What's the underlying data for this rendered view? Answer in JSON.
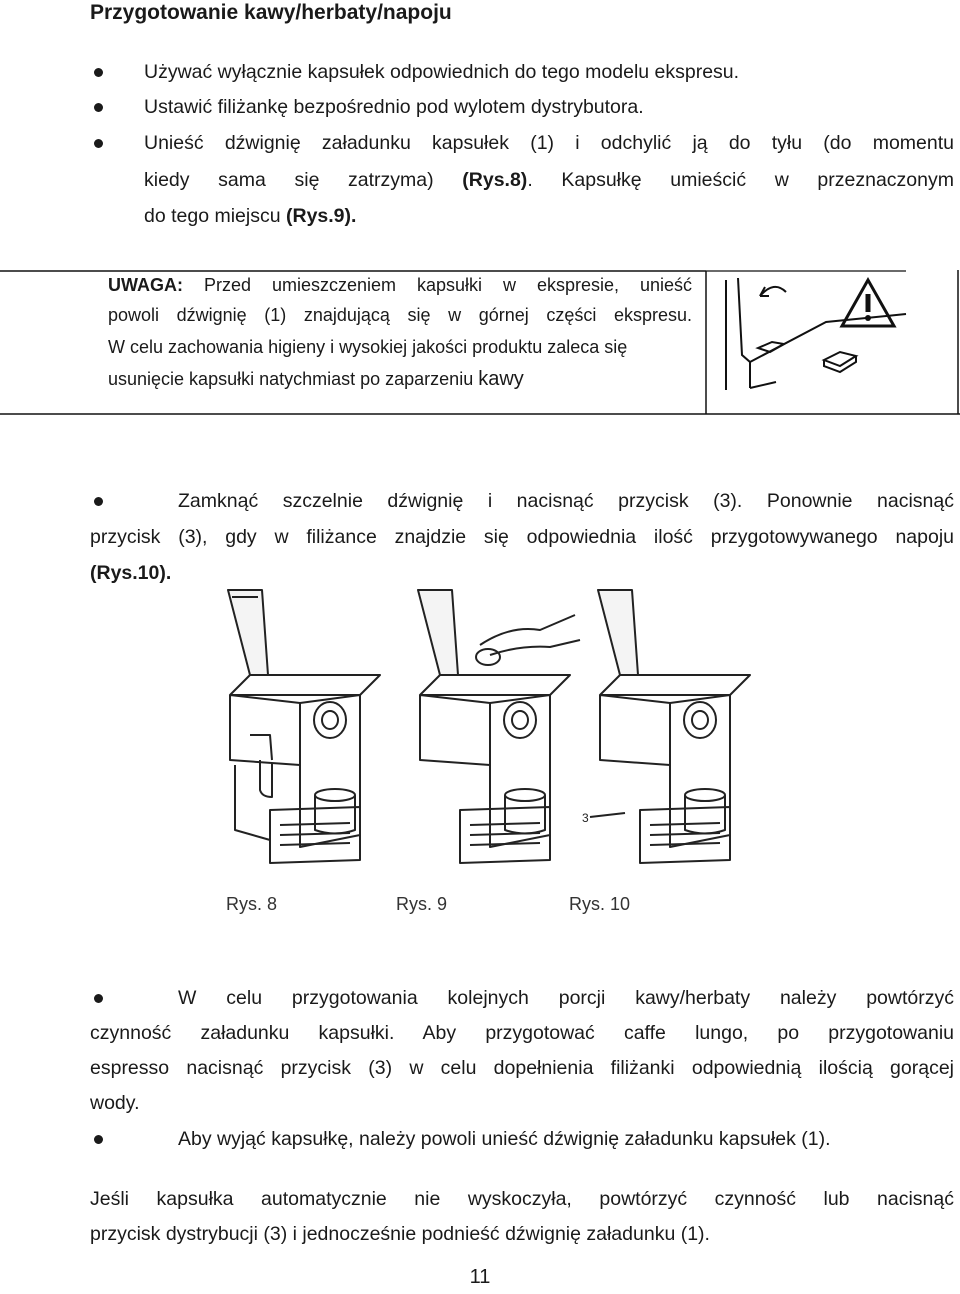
{
  "title": "Przygotowanie kawy/herbaty/napoju",
  "bullets_top": {
    "b1": "Używać wyłącznie kapsułek odpowiednich do tego modelu ekspresu.",
    "b2": "Ustawić filiżankę bezpośrednio pod wylotem dystrybutora.",
    "b3_l1": "Unieść dźwignię załadunku kapsułek (1) i odchylić ją do tyłu (do momentu",
    "b3_l2_a": "kiedy sama się zatrzyma)",
    "b3_l2_ref": "(Rys.8)",
    "b3_l2_b": ". Kapsułkę umieścić w przeznaczonym",
    "b3_l3_a": "do tego miejscu",
    "b3_l3_ref": "(Rys.9)."
  },
  "warning": {
    "label": "UWAGA:",
    "l1": "Przed umieszczeniem kapsułki w ekspresie, unieść",
    "l2": "powoli dźwignię (1) znajdującą się w górnej części ekspresu.",
    "l3": "W celu zachowania higieny i wysokiej jakości produktu zaleca się",
    "l4_a": "usunięcie kapsułki natychmiast po zaparzeniu",
    "l4_b": "kawy"
  },
  "mid": {
    "l1_a": "Zamknąć szczelnie dźwignię i nacisnąć przycisk (3). Ponownie nacisnąć",
    "l2": "przycisk (3), gdy w filiżance znajdzie się odpowiednia ilość przygotowywanego napoju",
    "l3_ref": "(Rys.10)."
  },
  "figures": {
    "f8": "Rys. 8",
    "f9": "Rys. 9",
    "f10": "Rys. 10",
    "callout": "3"
  },
  "bottom": {
    "p1_l1": "W celu przygotowania kolejnych porcji kawy/herbaty należy powtórzyć",
    "p1_l2": "czynność załadunku kapsułki. Aby przygotować caffe lungo, po przygotowaniu",
    "p1_l3": "espresso nacisnąć przycisk (3) w celu dopełnienia filiżanki odpowiednią ilością gorącej",
    "p1_l4": "wody.",
    "p2": "Aby wyjąć kapsułkę, należy powoli unieść dźwignię załadunku kapsułek (1).",
    "p3_l1": "Jeśli kapsułka automatycznie nie wyskoczyła, powtórzyć czynność lub nacisnąć",
    "p3_l2": "przycisk dystrybucji (3) i jednocześnie podnieść dźwignię załadunku (1)."
  },
  "page_number": "11"
}
